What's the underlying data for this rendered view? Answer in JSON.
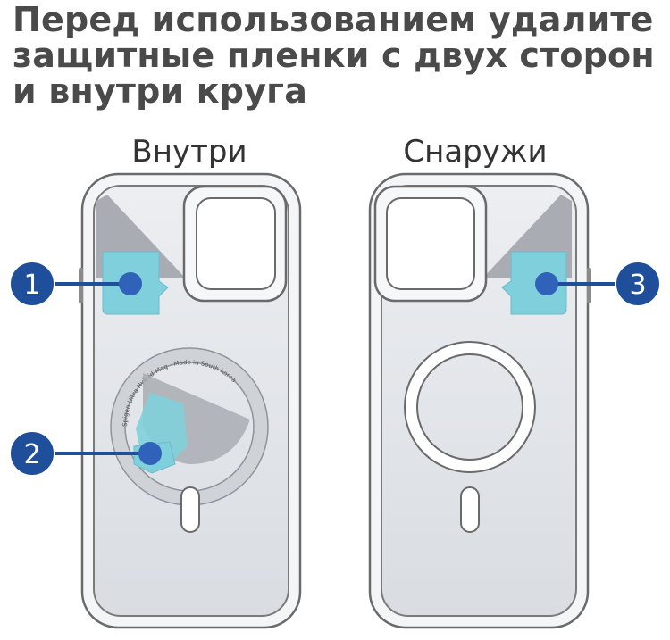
{
  "headline": {
    "line1": "Перед использованием удалите",
    "line2": "защитные пленки с двух сторон",
    "line3": "и внутри круга"
  },
  "labels": {
    "inside": "Внутри",
    "outside": "Снаружи"
  },
  "badges": {
    "one": "1",
    "two": "2",
    "three": "3"
  },
  "ring_text": "Spigen Ultra Hybrid Mag · Made in South Korea",
  "colors": {
    "headline_text": "#4a4a4a",
    "badge_fill": "#1f4e9a",
    "film_teal": "#7fd0dc",
    "case_grey": "#e3e6ea",
    "case_outline": "#6a6a6a",
    "dot_blue": "#2f62b8"
  }
}
